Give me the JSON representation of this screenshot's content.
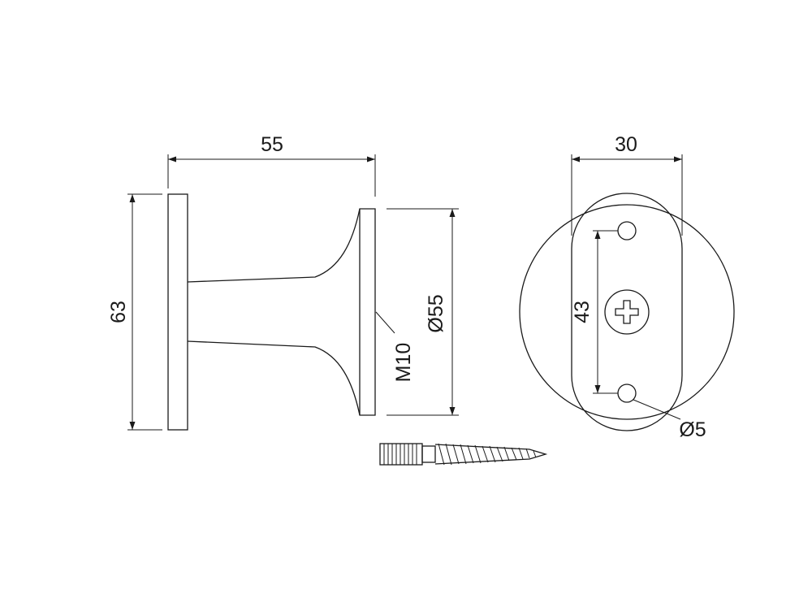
{
  "dimensions": {
    "width_overall": "55",
    "height_plate": "63",
    "diameter_knob": "Ø55",
    "thread": "M10",
    "width_rosette": "30",
    "hole_spacing": "43",
    "hole_diameter": "Ø5"
  },
  "colors": {
    "line": "#1a1a1a",
    "background": "#ffffff"
  },
  "icons": [
    "phillips-screw-head-icon",
    "hanger-bolt-icon"
  ]
}
